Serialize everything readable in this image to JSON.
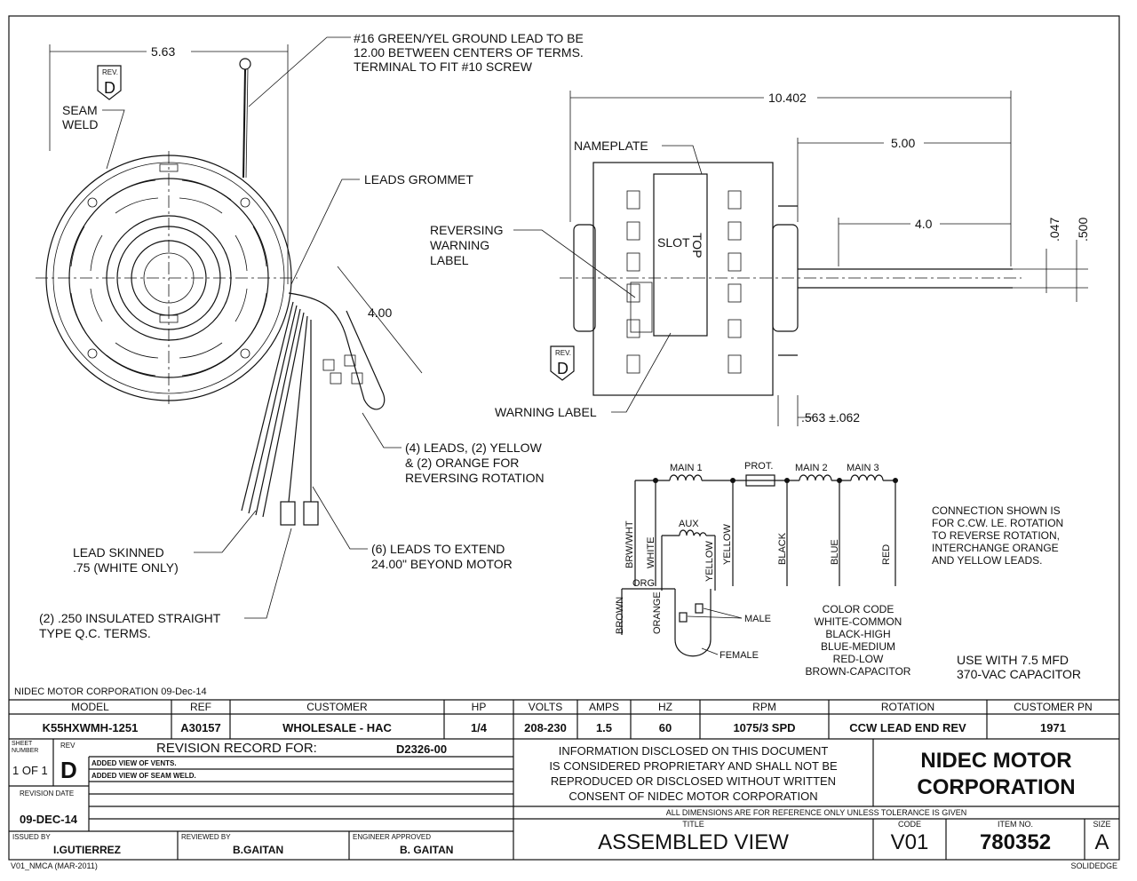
{
  "drawing": {
    "top_note": "NIDEC MOTOR CORPORATION 09-Dec-14",
    "dims": {
      "d1": "5.63",
      "d2": "10.402",
      "d3": "5.00",
      "d4": "4.0",
      "d5": "4.00",
      "d6": ".047",
      "d7": ".500",
      "d8": ".563 ±.062"
    },
    "callouts": {
      "ground_lead": [
        "#16 GREEN/YEL GROUND LEAD TO BE",
        "12.00 BETWEEN CENTERS OF TERMS.",
        "TERMINAL TO FIT #10 SCREW"
      ],
      "rev": "REV.",
      "rev_letter": "D",
      "seam_weld": [
        "SEAM",
        "WELD"
      ],
      "leads_grommet": "LEADS GROMMET",
      "nameplate": "NAMEPLATE",
      "reversing_label": [
        "REVERSING",
        "WARNING",
        "LABEL"
      ],
      "warning_label": "WARNING LABEL",
      "four_leads": [
        "(4) LEADS, (2) YELLOW",
        "& (2) ORANGE FOR",
        "REVERSING ROTATION"
      ],
      "six_leads": [
        "(6) LEADS TO EXTEND",
        "24.00\" BEYOND MOTOR"
      ],
      "lead_skinned": [
        "LEAD    SKINNED",
        ".75 (WHITE ONLY)"
      ],
      "terms": [
        "(2) .250 INSULATED STRAIGHT",
        "TYPE Q.C. TERMS."
      ],
      "slot": "SLOT",
      "top": "TOP"
    },
    "schematic": {
      "labels": {
        "main1": "MAIN 1",
        "prot": "PROT.",
        "main2": "MAIN 2",
        "main3": "MAIN 3",
        "aux": "AUX",
        "brwwht": "BRW/WHT",
        "white": "WHITE",
        "yellow1": "YELLOW",
        "yellow2": "YELLOW",
        "black": "BLACK",
        "blue": "BLUE",
        "red": "RED",
        "org": "ORG",
        "brown": "BROWN",
        "orange": "ORANGE",
        "male": "MALE",
        "female": "FEMALE"
      },
      "connection_note": [
        "CONNECTION SHOWN IS",
        "FOR C.CW. LE. ROTATION",
        "TO REVERSE ROTATION,",
        "INTERCHANGE ORANGE",
        "AND YELLOW LEADS."
      ],
      "color_code": [
        "COLOR CODE",
        "WHITE-COMMON",
        "BLACK-HIGH",
        "BLUE-MEDIUM",
        "RED-LOW",
        "BROWN-CAPACITOR"
      ],
      "capacitor_note": [
        "USE WITH 7.5 MFD",
        "370-VAC CAPACITOR"
      ]
    }
  },
  "title_block": {
    "headers": [
      "MODEL",
      "REF",
      "CUSTOMER",
      "HP",
      "VOLTS",
      "AMPS",
      "HZ",
      "RPM",
      "ROTATION",
      "CUSTOMER PN"
    ],
    "values": [
      "K55HXWMH-1251",
      "A30157",
      "WHOLESALE - HAC",
      "1/4",
      "208-230",
      "1.5",
      "60",
      "1075/3 SPD",
      "CCW LEAD END REV",
      "1971"
    ],
    "sheet_label": "SHEET NUMBER",
    "sheet_value": "1 OF 1",
    "rev_label": "REV",
    "rev_value": "D",
    "revision_record_label": "REVISION RECORD FOR:",
    "revision_record_value": "D2326-00",
    "revision_lines": [
      "ADDED VIEW OF VENTS.",
      "ADDED VIEW OF SEAM WELD."
    ],
    "revision_date_label": "REVISION DATE",
    "revision_date": "09-DEC-14",
    "proprietary": [
      "INFORMATION DISCLOSED ON THIS DOCUMENT",
      "IS CONSIDERED PROPRIETARY AND SHALL NOT BE",
      "REPRODUCED OR DISCLOSED WITHOUT WRITTEN",
      "CONSENT OF NIDEC MOTOR CORPORATION"
    ],
    "company": [
      "NIDEC MOTOR",
      "CORPORATION"
    ],
    "dimension_note": "ALL DIMENSIONS ARE FOR REFERENCE ONLY UNLESS TOLERANCE IS GIVEN",
    "issued_by_label": "ISSUED BY",
    "issued_by": "I.GUTIERREZ",
    "reviewed_by_label": "REVIEWED BY",
    "reviewed_by": "B.GAITAN",
    "engineer_label": "ENGINEER APPROVED",
    "engineer": "B. GAITAN",
    "title_label": "TITLE",
    "title": "ASSEMBLED VIEW",
    "code_label": "CODE",
    "code": "V01",
    "item_label": "ITEM NO.",
    "item": "780352",
    "size_label": "SIZE",
    "size": "A",
    "footer_left": "V01_NMCA (MAR-2011)",
    "footer_right": "SOLIDEDGE"
  }
}
